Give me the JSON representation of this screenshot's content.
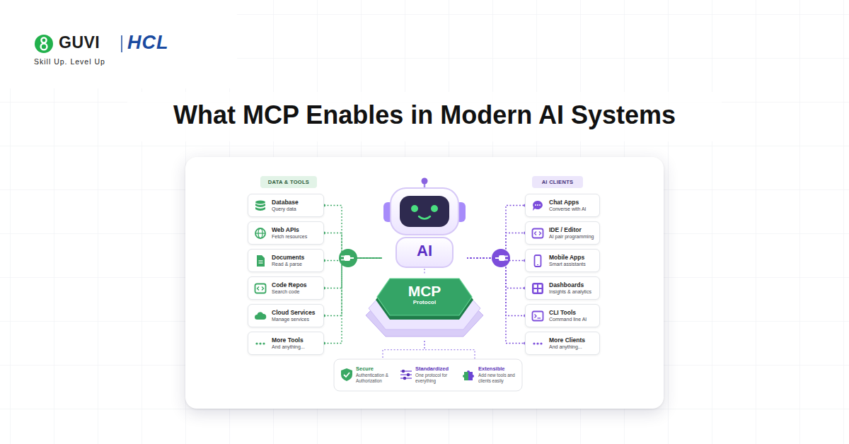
{
  "diagram": {
    "title": "What MCP Enables in Modern AI Systems",
    "nodes": [
      {
        "text": [
          "DATA & TOOLS"
        ]
      },
      {
        "text": [
          "Database",
          "Query data"
        ]
      },
      {
        "text": [
          "Web APIs",
          "Fetch resources"
        ]
      },
      {
        "text": [
          "Documents",
          "Read & parse"
        ]
      },
      {
        "text": [
          "Code Repos",
          "Search code"
        ]
      },
      {
        "text": [
          "Cloud Services",
          "Manage services"
        ]
      },
      {
        "text": [
          "More Tools",
          "And anything..."
        ]
      },
      {
        "text": [
          "AI"
        ]
      },
      {
        "text": [
          "AI CLIENTS"
        ]
      },
      {
        "text": [
          "Chat Apps",
          "Converse with AI"
        ]
      },
      {
        "text": [
          "IDE / Editor",
          "AI pair programming"
        ]
      },
      {
        "text": [
          "Mobile Apps",
          "Smart assistants"
        ]
      },
      {
        "text": [
          "Dashboards",
          "Insights & analytics"
        ]
      },
      {
        "text": [
          "CLI Tools",
          "Command line AI"
        ]
      },
      {
        "text": [
          "More Clients",
          "And anything..."
        ]
      },
      {
        "text": [
          "MCP",
          "Protocol"
        ]
      },
      {
        "text": [
          "Secure",
          "Authentication & Authorization"
        ]
      },
      {
        "text": [
          "Standardized",
          "One protocol for everything"
        ]
      },
      {
        "text": [
          "Extensible",
          "Add new tools and clients easily"
        ]
      }
    ],
    "edges": [
      {
        "from": 1,
        "to": 7,
        "arrow": "none"
      },
      {
        "from": 2,
        "to": 7,
        "arrow": "none"
      },
      {
        "from": 3,
        "to": 7,
        "arrow": "none"
      },
      {
        "from": 4,
        "to": 7,
        "arrow": "none"
      },
      {
        "from": 5,
        "to": 7,
        "arrow": "none"
      },
      {
        "from": 6,
        "to": 7,
        "arrow": "none"
      },
      {
        "from": 7,
        "to": 9,
        "arrow": "none"
      },
      {
        "from": 7,
        "to": 10,
        "arrow": "none"
      },
      {
        "from": 7,
        "to": 11,
        "arrow": "none"
      },
      {
        "from": 7,
        "to": 12,
        "arrow": "none"
      },
      {
        "from": 7,
        "to": 13,
        "arrow": "none"
      },
      {
        "from": 7,
        "to": 14,
        "arrow": "none"
      },
      {
        "from": 7,
        "to": 15,
        "arrow": "none"
      },
      {
        "from": 15,
        "to": 16,
        "arrow": "none"
      },
      {
        "from": 15,
        "to": 18,
        "arrow": "none"
      }
    ],
    "labels": [
      "GUVI",
      "HCL",
      "Skill Up. Level Up"
    ]
  }
}
